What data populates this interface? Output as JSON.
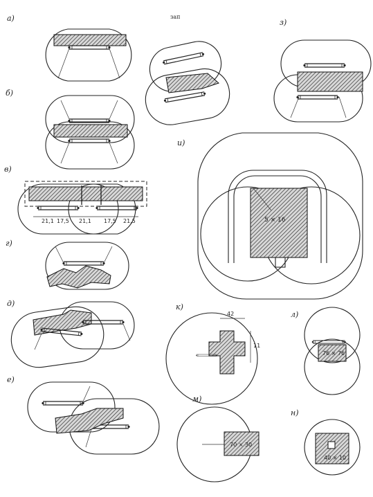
{
  "diagram": {
    "header": "зап",
    "panels": [
      {
        "id": "a",
        "label": "а)"
      },
      {
        "id": "b",
        "label": "б)"
      },
      {
        "id": "v",
        "label": "в)"
      },
      {
        "id": "g",
        "label": "г)"
      },
      {
        "id": "d",
        "label": "д)"
      },
      {
        "id": "e",
        "label": "е)"
      },
      {
        "id": "zh",
        "label": "з)"
      },
      {
        "id": "i",
        "label": "и)"
      },
      {
        "id": "k",
        "label": "к)"
      },
      {
        "id": "l",
        "label": "л)"
      },
      {
        "id": "m",
        "label": "м)"
      },
      {
        "id": "n",
        "label": "н)"
      }
    ],
    "dimensions": {
      "v_spans": [
        "21,1",
        "17,5",
        "21,1",
        "17,5",
        "21,5"
      ],
      "i_section": "5 × 16",
      "k_top": "42",
      "k_side": "11",
      "l_section": "76 × 76",
      "m_section": "70 × 30",
      "n_section": "40 × 10"
    }
  }
}
